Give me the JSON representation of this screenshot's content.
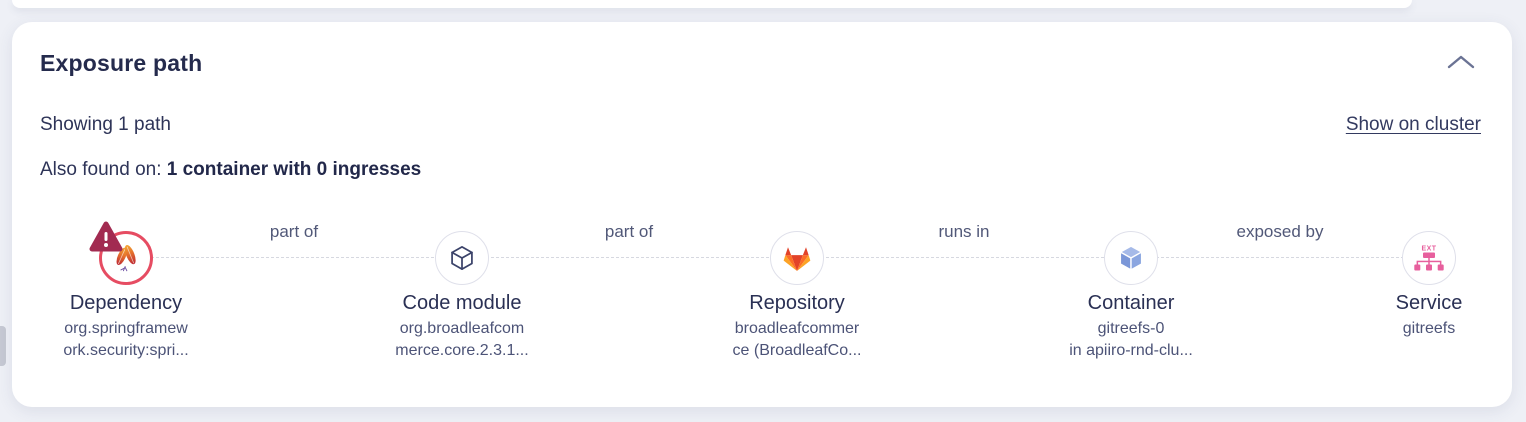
{
  "card": {
    "title": "Exposure path",
    "showing_text": "Showing 1 path",
    "link_label": "Show on cluster",
    "also_found_prefix": "Also found on:",
    "also_found_value": "1 container with 0 ingresses"
  },
  "path": {
    "edges": [
      {
        "label": "part of"
      },
      {
        "label": "part of"
      },
      {
        "label": "runs in"
      },
      {
        "label": "exposed by"
      }
    ],
    "nodes": [
      {
        "type": "Dependency",
        "icon": "apache-feathers-icon",
        "alert": true,
        "lines": [
          "org.springframew",
          "ork.security:spri..."
        ]
      },
      {
        "type": "Code module",
        "icon": "cube-outline-icon",
        "lines": [
          "org.broadleafcom",
          "merce.core.2.3.1..."
        ]
      },
      {
        "type": "Repository",
        "icon": "gitlab-icon",
        "lines": [
          "broadleafcommer",
          "ce (BroadleafCo..."
        ]
      },
      {
        "type": "Container",
        "icon": "container-cube-icon",
        "lines": [
          "gitreefs-0",
          "in apiiro-rnd-clu..."
        ]
      },
      {
        "type": "Service",
        "icon": "external-service-icon",
        "lines": [
          "gitreefs"
        ]
      }
    ]
  },
  "colors": {
    "page_background": "#eef0f6",
    "card_background": "#ffffff",
    "text_primary": "#252b4d",
    "text_secondary": "#4c5377",
    "edge_label": "#515878",
    "alert_ring": "#e64c62",
    "alert_badge": "#a22b51",
    "ring_border": "#dfe0ea",
    "container_blue": "#7b97d8",
    "service_pink": "#e75f9d",
    "gitlab_red": "#e24329",
    "gitlab_orange": "#fc6d26",
    "gitlab_light_orange": "#fca326",
    "dashed_line": "#d6d8e0"
  }
}
